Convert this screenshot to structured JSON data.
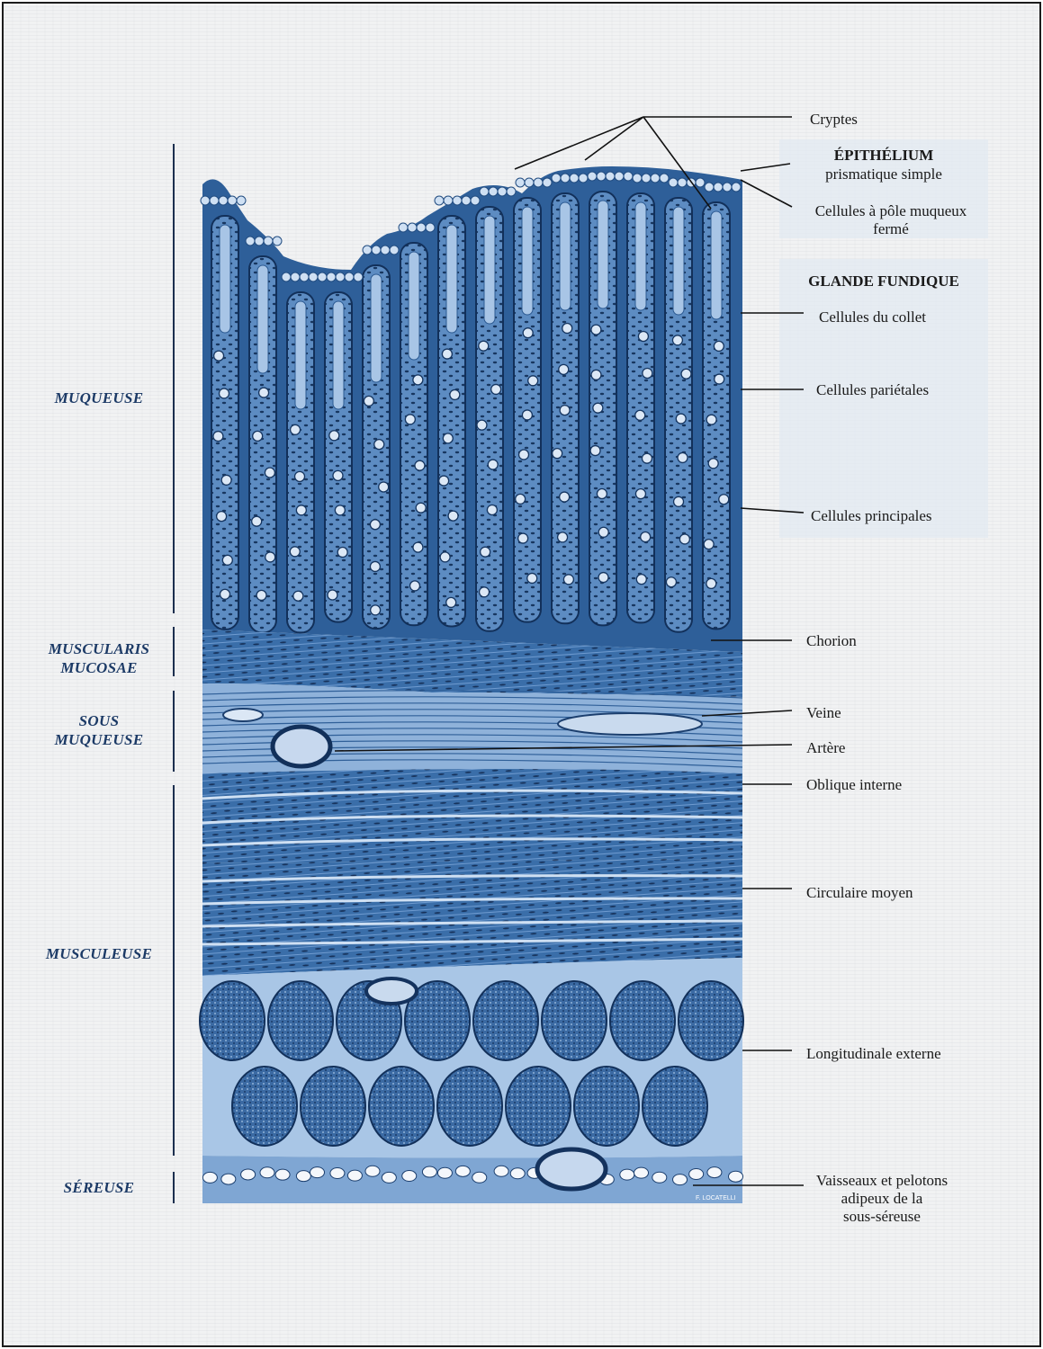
{
  "layers_left": {
    "muqueuse": "MUQUEUSE",
    "muscularis": "MUSCULARIS\nMUCOSAE",
    "sous_muqueuse": "SOUS\nMUQUEUSE",
    "musculeuse": "MUSCULEUSE",
    "sereuse": "SÉREUSE"
  },
  "labels_right": {
    "cryptes": "Cryptes",
    "epithelium_title": "ÉPITHÉLIUM",
    "epithelium_sub": "prismatique simple",
    "pole_muqueux": "Cellules à pôle muqueux\nfermé",
    "glande_title": "GLANDE FUNDIQUE",
    "collet": "Cellules du collet",
    "parietales": "Cellules pariétales",
    "principales": "Cellules principales",
    "chorion": "Chorion",
    "veine": "Veine",
    "artere": "Artère",
    "oblique": "Oblique interne",
    "circulaire": "Circulaire moyen",
    "longitudinale": "Longitudinale externe",
    "vaisseaux": "Vaisseaux et pelotons\nadipeux de la\nsous-séreuse"
  },
  "signature": "F. LOCATELLI",
  "colors": {
    "tissue_dark": "#1f4f86",
    "tissue_mid": "#3d73b0",
    "tissue_light": "#9cbde0",
    "label_blue": "#1c3a66",
    "text": "#1a1a1a"
  }
}
